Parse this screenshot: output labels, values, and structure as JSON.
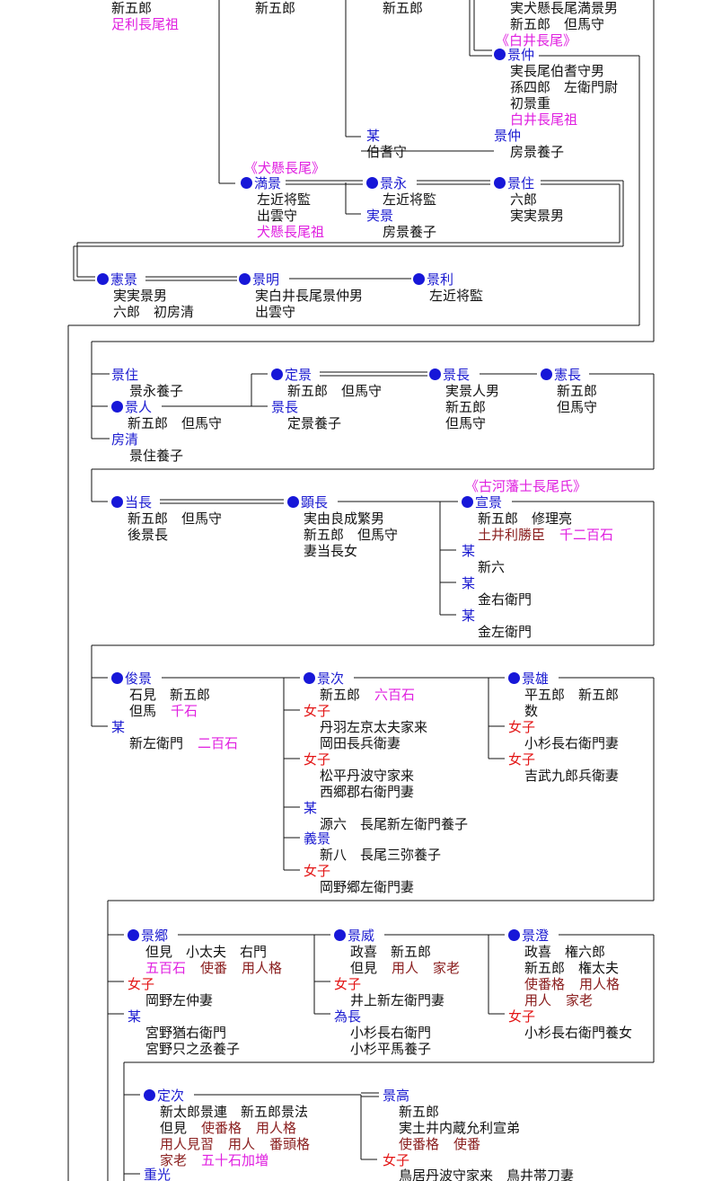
{
  "texts": {
    "t1": "新五郎",
    "t2": "足利長尾祖",
    "t3": "新五郎",
    "t4": "新五郎",
    "t5": "実犬懸長尾満景男",
    "t6": "新五郎　但馬守",
    "t7": "《白井長尾》",
    "t8": "景仲",
    "t9": "実長尾伯耆守男",
    "t10": "孫四郎　左衛門尉",
    "t11": "初景重",
    "t12": "白井長尾祖",
    "t13": "某",
    "t14": "伯耆守",
    "t15": "景仲",
    "t16": "房景養子",
    "t17": "《犬懸長尾》",
    "t18": "満景",
    "t19": "左近将監",
    "t20": "出雲守",
    "t21": "犬懸長尾祖",
    "t22": "景永",
    "t23": "左近将監",
    "t24": "実景",
    "t25": "房景養子",
    "t26": "景住",
    "t27": "六郎",
    "t28": "実実景男",
    "t29": "憲景",
    "t30": "実実景男",
    "t31": "六郎　初房清",
    "t32": "景明",
    "t33": "実白井長尾景仲男",
    "t34": "出雲守",
    "t35": "景利",
    "t36": "左近将監",
    "t37": "景住",
    "t38": "景永養子",
    "t39": "景人",
    "t40": "新五郎　但馬守",
    "t41": "房清",
    "t42": "景住養子",
    "t43": "定景",
    "t44": "新五郎　但馬守",
    "t45": "景長",
    "t46": "定景養子",
    "t47": "景長",
    "t48": "実景人男",
    "t49": "新五郎",
    "t50": "但馬守",
    "t51": "憲長",
    "t52": "新五郎",
    "t53": "但馬守",
    "t54": "当長",
    "t55": "新五郎　但馬守",
    "t56": "後景長",
    "t57": "顕長",
    "t58": "実由良成繁男",
    "t59": "新五郎　但馬守",
    "t60": "妻当長女",
    "t61": "《古河藩士長尾氏》",
    "t62": "宣景",
    "t63": "新五郎　修理亮",
    "t64": "土井利勝臣",
    "t65": "千二百石",
    "t66": "某",
    "t67": "新六",
    "t68": "某",
    "t69": "金右衛門",
    "t70": "某",
    "t71": "金左衛門",
    "t72": "俊景",
    "t73": "石見　新五郎",
    "t74": "但馬",
    "t75": "千石",
    "t76": "某",
    "t77": "新左衛門",
    "t78": "二百石",
    "t79": "景次",
    "t80": "新五郎",
    "t81": "六百石",
    "t82": "女子",
    "t83": "丹羽左京太夫家来",
    "t84": "岡田長兵衛妻",
    "t85": "女子",
    "t86": "松平丹波守家来",
    "t87": "西郷郡右衛門妻",
    "t88": "某",
    "t89": "源六　長尾新左衛門養子",
    "t90": "義景",
    "t91": "新八　長尾三弥養子",
    "t92": "女子",
    "t93": "岡野郷左衛門妻",
    "t94": "景雄",
    "t95": "平五郎　新五郎",
    "t96": "数",
    "t97": "女子",
    "t98": "小杉長右衛門妻",
    "t99": "女子",
    "t100": "吉武九郎兵衛妻",
    "t101": "景郷",
    "t102": "但見　小太夫　右門",
    "t103": "五百石",
    "t104": "使番",
    "t105": "用人格",
    "t106": "女子",
    "t107": "岡野左仲妻",
    "t108": "某",
    "t109": "宮野猶右衛門",
    "t110": "宮野只之丞養子",
    "t111": "景威",
    "t112": "政喜　新五郎",
    "t113": "但見",
    "t114": "用人",
    "t115": "家老",
    "t116": "女子",
    "t117": "井上新左衛門妻",
    "t118": "為長",
    "t119": "小杉長右衛門",
    "t120": "小杉平馬養子",
    "t121": "景澄",
    "t122": "政喜　権六郎",
    "t123": "新五郎　権太夫",
    "t124": "使番格",
    "t125": "用人格",
    "t126": "用人",
    "t127": "家老",
    "t128": "女子",
    "t129": "小杉長右衛門養女",
    "t130": "定次",
    "t131": "新太郎景連　新五郎景法",
    "t132": "但見",
    "t133": "使番格",
    "t134": "用人格",
    "t135": "用人見習",
    "t136": "用人",
    "t137": "番頭格",
    "t138": "家老",
    "t139": "五十石加増",
    "t140": "重光",
    "t141": "景高",
    "t142": "新五郎",
    "t143": "実土井内蔵允利宣弟",
    "t144": "使番格",
    "t145": "使番",
    "t146": "女子",
    "t147": "鳥居丹波守家来　鳥井帯刀妻"
  }
}
